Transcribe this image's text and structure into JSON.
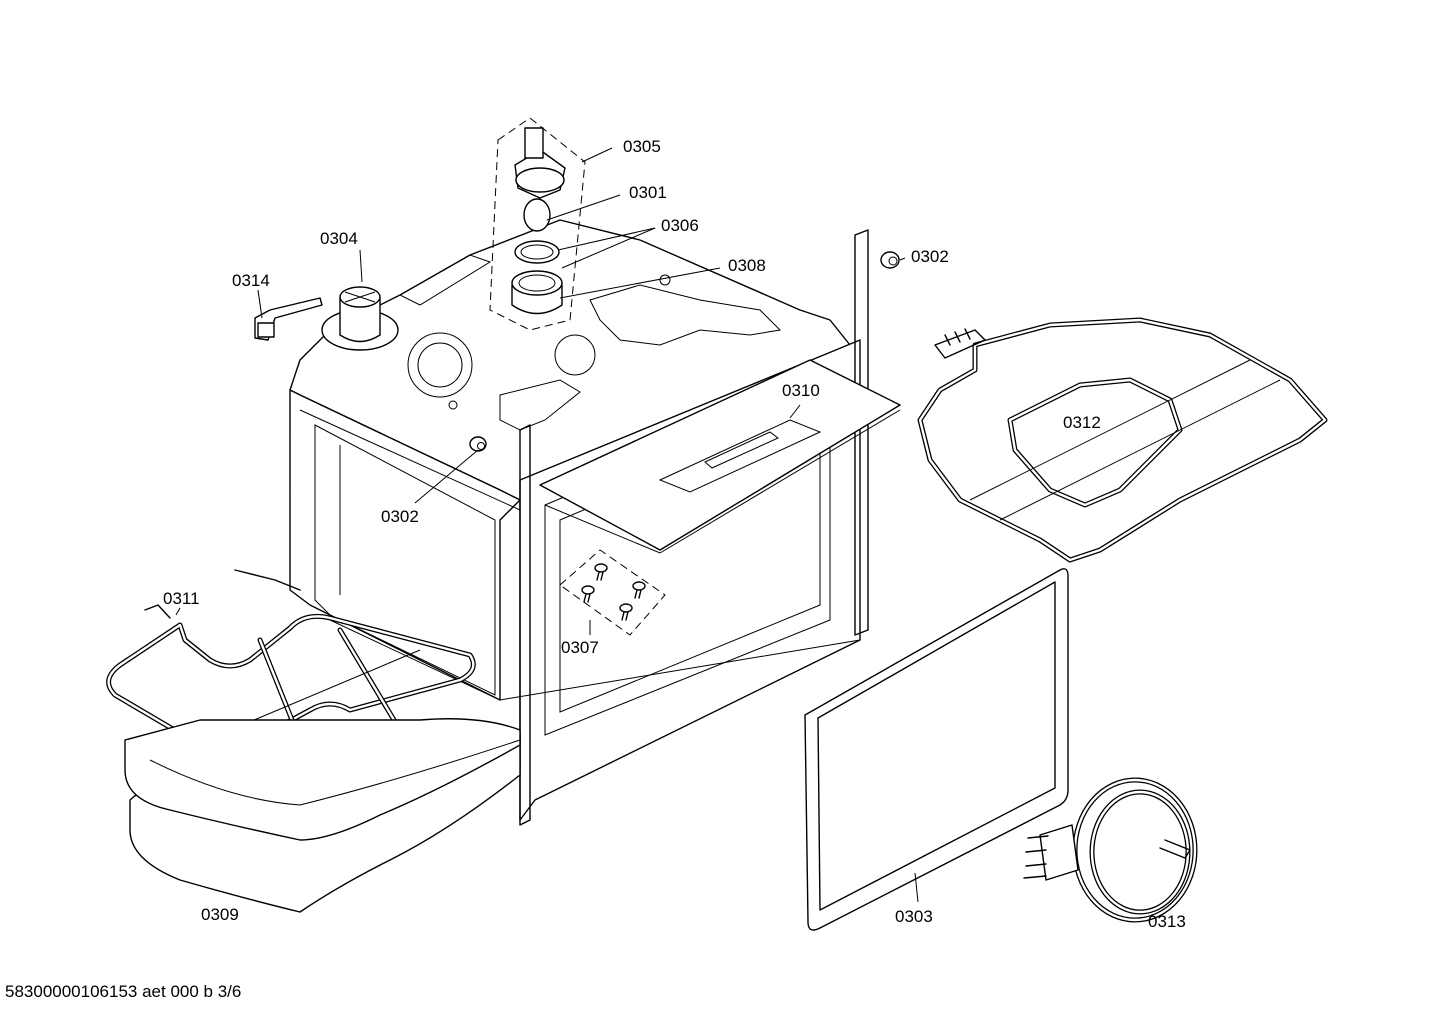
{
  "diagram": {
    "labels": {
      "p0305": "0305",
      "p0301": "0301",
      "p0306": "0306",
      "p0308": "0308",
      "p0304": "0304",
      "p0314": "0314",
      "p0302_top": "0302",
      "p0302_mid": "0302",
      "p0310": "0310",
      "p0312": "0312",
      "p0311": "0311",
      "p0307": "0307",
      "p0309": "0309",
      "p0303": "0303",
      "p0313": "0313"
    },
    "footer": "58300000106153 aet 000 b 3/6"
  }
}
